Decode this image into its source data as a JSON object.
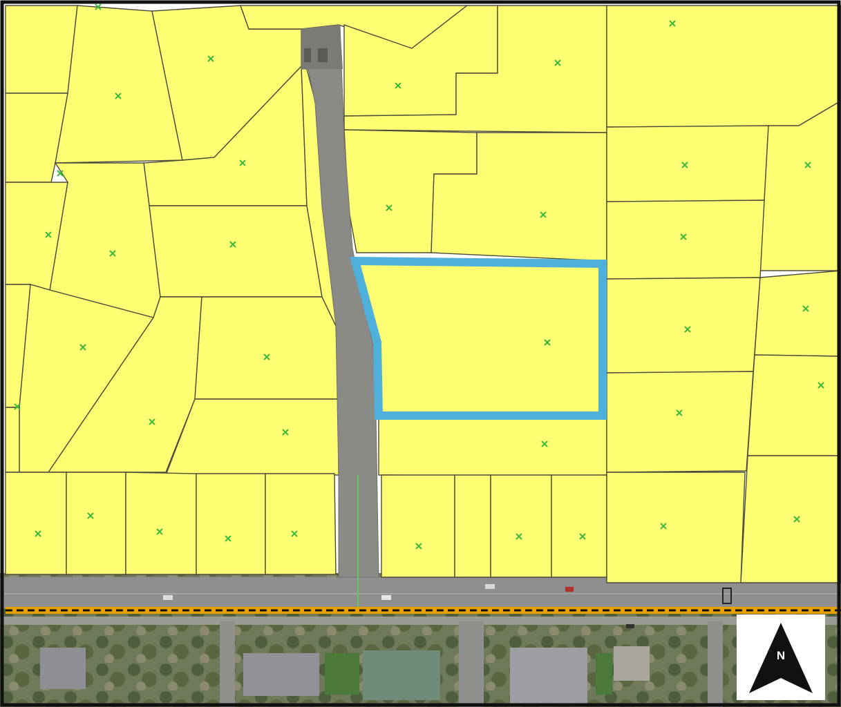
{
  "map": {
    "north_arrow_label": "N",
    "colors": {
      "parcel_fill": "#ffff73",
      "parcel_outline": "#4a4a3a",
      "subject_parcel_outline": "#4fb0dc",
      "centroid_marker": "#3cb83c",
      "boundary_line": "#e8a000",
      "road": "#8e8e8e",
      "driveway": "#8a8a86"
    },
    "icons": {
      "north_arrow": "north-arrow-icon",
      "centroid": "x-marker-icon"
    },
    "layers": {
      "parcels": "yellow-parcels",
      "subject_parcel": "blue-highlight",
      "boundary": "dashed-black-yellow-line",
      "basemap": "aerial-imagery"
    }
  }
}
